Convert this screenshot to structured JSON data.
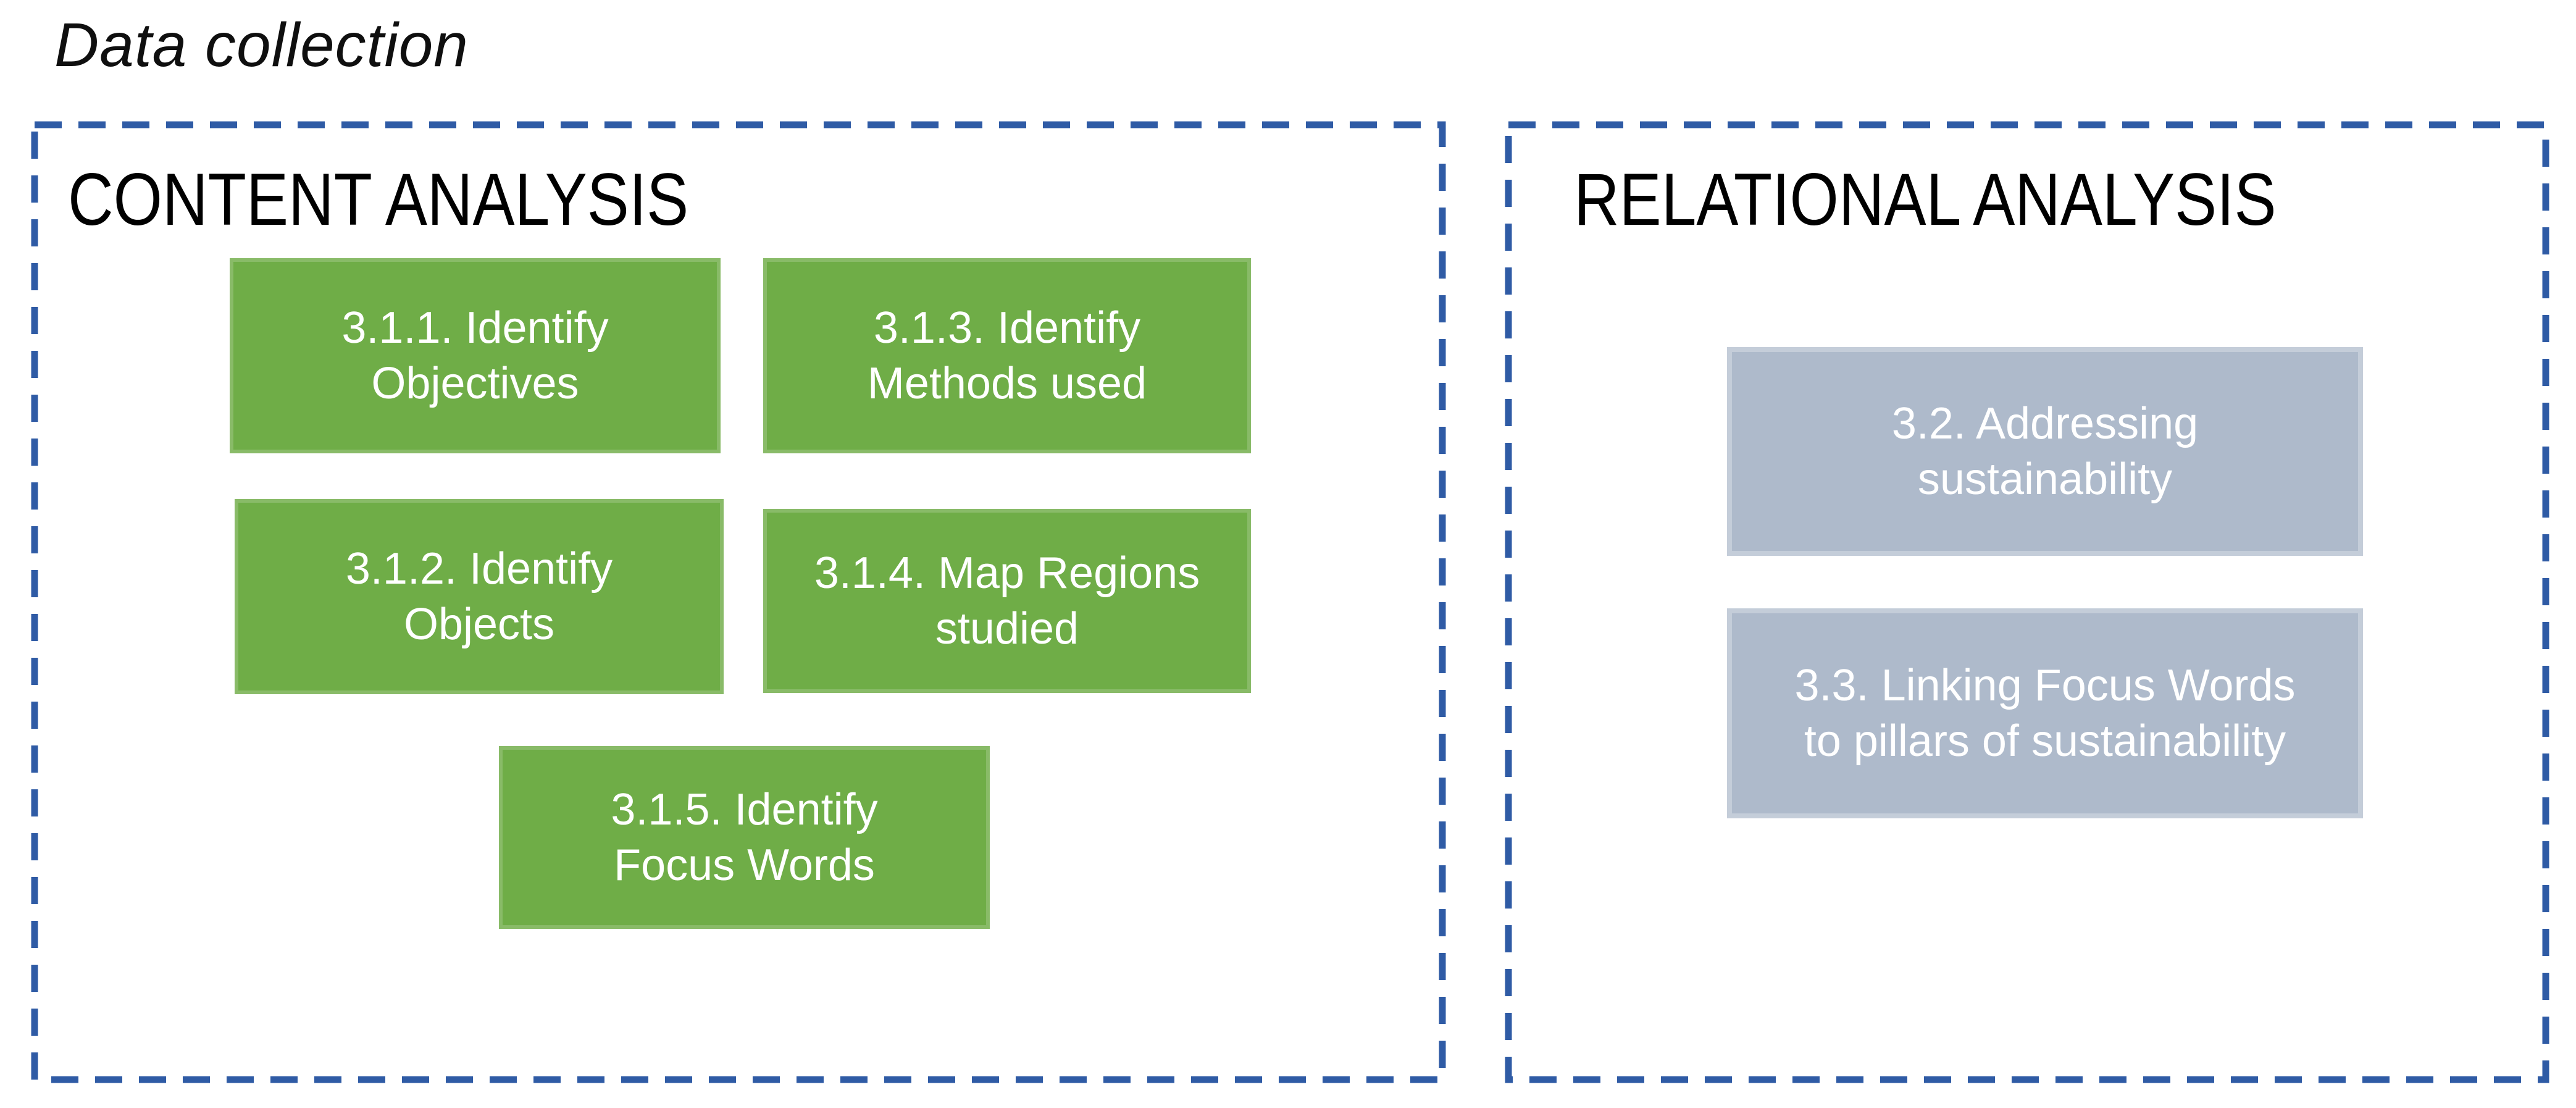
{
  "page": {
    "title": "Data collection"
  },
  "colors": {
    "background": "#FFFFFF",
    "dashed_border_blue": "#2F5BA5",
    "green_box": "#6FAD47",
    "gray_blue_box": "#AEBACB",
    "box_text": "#FFFFFF",
    "heading_text": "#000000",
    "title_text": "#0F0F0F"
  },
  "panels": [
    {
      "heading": "CONTENT ANALYSIS",
      "boxes": [
        {
          "label": "3.1.1. Identify\nObjectives"
        },
        {
          "label": "3.1.3. Identify\nMethods used"
        },
        {
          "label": "3.1.2. Identify\nObjects"
        },
        {
          "label": "3.1.4. Map Regions\nstudied"
        },
        {
          "label": "3.1.5. Identify\nFocus Words"
        }
      ]
    },
    {
      "heading": "RELATIONAL ANALYSIS",
      "boxes": [
        {
          "label": "3.2. Addressing\nsustainability"
        },
        {
          "label": "3.3. Linking Focus Words\nto pillars of sustainability"
        }
      ]
    }
  ]
}
